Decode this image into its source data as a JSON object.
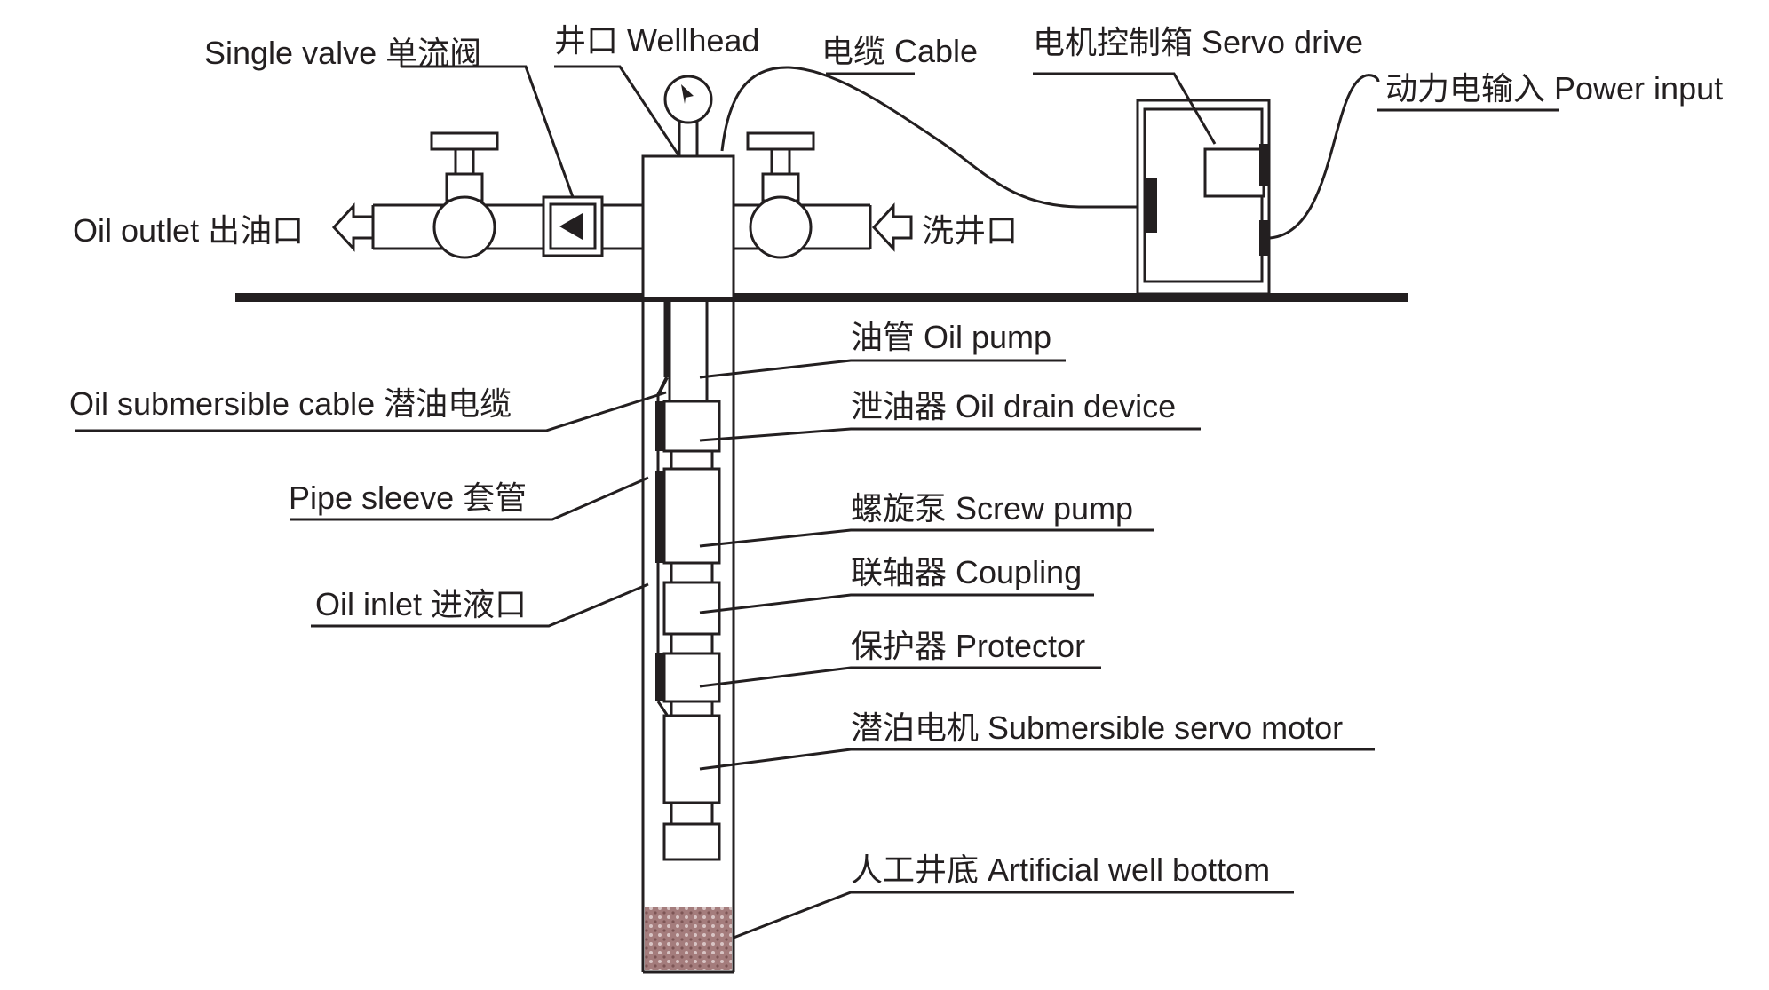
{
  "labels": {
    "single_valve": "Single valve 单流阀",
    "wellhead": "井口 Wellhead",
    "cable": "电缆 Cable",
    "servo_drive": "电机控制箱 Servo drive",
    "power_input": "动力电输入 Power input",
    "oil_outlet": "Oil outlet 出油口",
    "wash_port": "洗井口",
    "oil_pump": "油管 Oil pump",
    "oil_submersible_cable": "Oil submersible cable 潜油电缆",
    "oil_drain_device": "泄油器 Oil drain device",
    "pipe_sleeve": "Pipe sleeve 套管",
    "screw_pump": "螺旋泵 Screw pump",
    "coupling": "联轴器 Coupling",
    "oil_inlet": "Oil inlet 进液口",
    "protector": "保护器 Protector",
    "servo_motor": "潜泊电机 Submersible servo motor",
    "well_bottom": "人工井底 Artificial well bottom"
  },
  "colors": {
    "line": "#231f20",
    "well_bottom_fill": "#a47c7c",
    "well_bottom_dot": "#d8c4c4"
  }
}
